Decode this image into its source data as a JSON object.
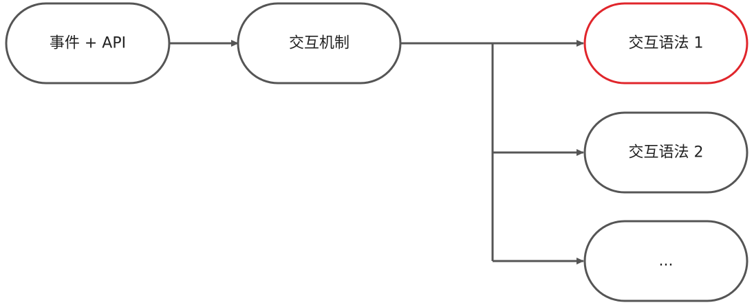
{
  "colors": {
    "stroke": "#555555",
    "highlight": "#e0252b",
    "text": "#222222",
    "background": "#ffffff"
  },
  "nodes": [
    {
      "id": "event-api",
      "label": "事件 + API",
      "highlighted": false
    },
    {
      "id": "interaction-mechanism",
      "label": "交互机制",
      "highlighted": false
    },
    {
      "id": "interaction-syntax-1",
      "label": "交互语法 1",
      "highlighted": true
    },
    {
      "id": "interaction-syntax-2",
      "label": "交互语法 2",
      "highlighted": false
    },
    {
      "id": "more",
      "label": "...",
      "highlighted": false
    }
  ],
  "edges": [
    {
      "from": "event-api",
      "to": "interaction-mechanism"
    },
    {
      "from": "interaction-mechanism",
      "to": "interaction-syntax-1"
    },
    {
      "from": "interaction-mechanism",
      "to": "interaction-syntax-2"
    },
    {
      "from": "interaction-mechanism",
      "to": "more"
    }
  ]
}
